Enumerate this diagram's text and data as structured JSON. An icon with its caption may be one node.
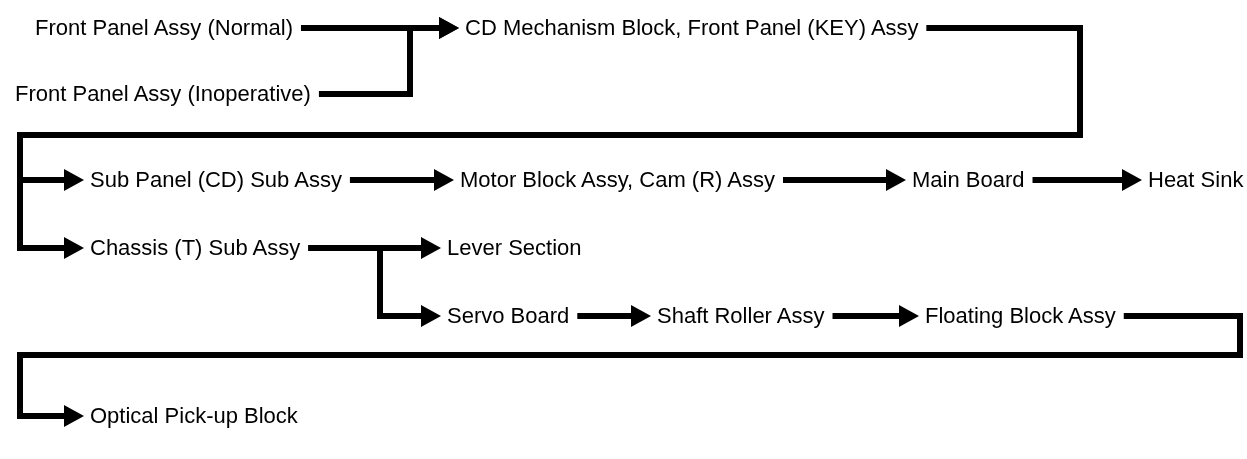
{
  "diagram": {
    "nodes": [
      {
        "text": [
          "Front Panel Assy (Normal)"
        ]
      },
      {
        "text": [
          "Front Panel Assy (Inoperative)"
        ]
      },
      {
        "text": [
          "CD Mechanism Block, Front Panel (KEY) Assy"
        ]
      },
      {
        "text": [
          "Sub Panel (CD) Sub Assy"
        ]
      },
      {
        "text": [
          "Motor Block Assy, Cam (R) Assy"
        ]
      },
      {
        "text": [
          "Main Board"
        ]
      },
      {
        "text": [
          "Heat Sink"
        ]
      },
      {
        "text": [
          "Chassis (T) Sub Assy"
        ]
      },
      {
        "text": [
          "Lever Section"
        ]
      },
      {
        "text": [
          "Servo Board"
        ]
      },
      {
        "text": [
          "Shaft Roller Assy"
        ]
      },
      {
        "text": [
          "Floating Block Assy"
        ]
      },
      {
        "text": [
          "Optical Pick-up Block"
        ]
      }
    ],
    "edges": [
      {
        "from": 0,
        "to": 2,
        "arrow": "to"
      },
      {
        "from": 1,
        "to": 2,
        "arrow": "to"
      },
      {
        "from": 2,
        "to": 3,
        "arrow": "to"
      },
      {
        "from": 2,
        "to": 7,
        "arrow": "to"
      },
      {
        "from": 3,
        "to": 4,
        "arrow": "to"
      },
      {
        "from": 4,
        "to": 5,
        "arrow": "to"
      },
      {
        "from": 5,
        "to": 6,
        "arrow": "to"
      },
      {
        "from": 7,
        "to": 8,
        "arrow": "to"
      },
      {
        "from": 7,
        "to": 9,
        "arrow": "to"
      },
      {
        "from": 9,
        "to": 10,
        "arrow": "to"
      },
      {
        "from": 10,
        "to": 11,
        "arrow": "to"
      },
      {
        "from": 11,
        "to": 12,
        "arrow": "to"
      }
    ]
  }
}
